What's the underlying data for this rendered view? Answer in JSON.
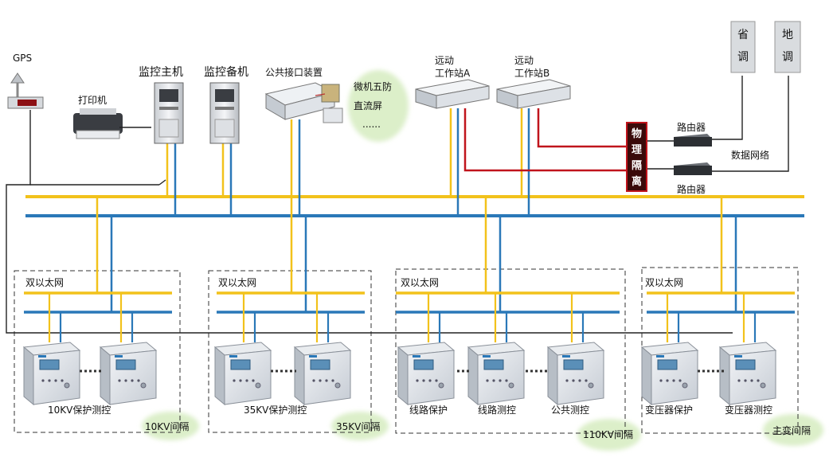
{
  "gps": {
    "label": "GPS"
  },
  "printer": {
    "label": "打印机"
  },
  "main_host": {
    "label": "监控主机"
  },
  "backup_host": {
    "label": "监控备机"
  },
  "common_interface": {
    "label": "公共接口装置"
  },
  "cloud_top": {
    "line1": "微机五防",
    "line2": "直流屏",
    "line3": "......"
  },
  "remote_a": {
    "line1": "远动",
    "line2": "工作站A"
  },
  "remote_b": {
    "line1": "远动",
    "line2": "工作站B"
  },
  "isolation": {
    "chars": [
      "物",
      "理",
      "隔",
      "离"
    ]
  },
  "router_1": {
    "label": "路由器"
  },
  "router_2": {
    "label": "路由器"
  },
  "data_network": {
    "label": "数据网络"
  },
  "province": {
    "chars": [
      "省",
      "调"
    ]
  },
  "district": {
    "chars": [
      "地",
      "调"
    ]
  },
  "bays": [
    {
      "net_label": "双以太网",
      "devices_label": "10KV保护测控",
      "bay_label": "10KV间隔"
    },
    {
      "net_label": "双以太网",
      "devices_label": "35KV保护测控",
      "bay_label": "35KV间隔"
    },
    {
      "net_label": "双以太网",
      "device_labels": [
        "线路保护",
        "线路测控",
        "公共测控"
      ],
      "bay_label": "110KV间隔"
    },
    {
      "net_label": "双以太网",
      "device_labels": [
        "变压器保护",
        "变压器测控"
      ],
      "bay_label": "主变间隔"
    }
  ],
  "colors": {
    "yellow_bus": "#f2c21b",
    "blue_bus": "#2a78b8",
    "red_link": "#c0141c",
    "cloud": "#e6f4d6"
  }
}
